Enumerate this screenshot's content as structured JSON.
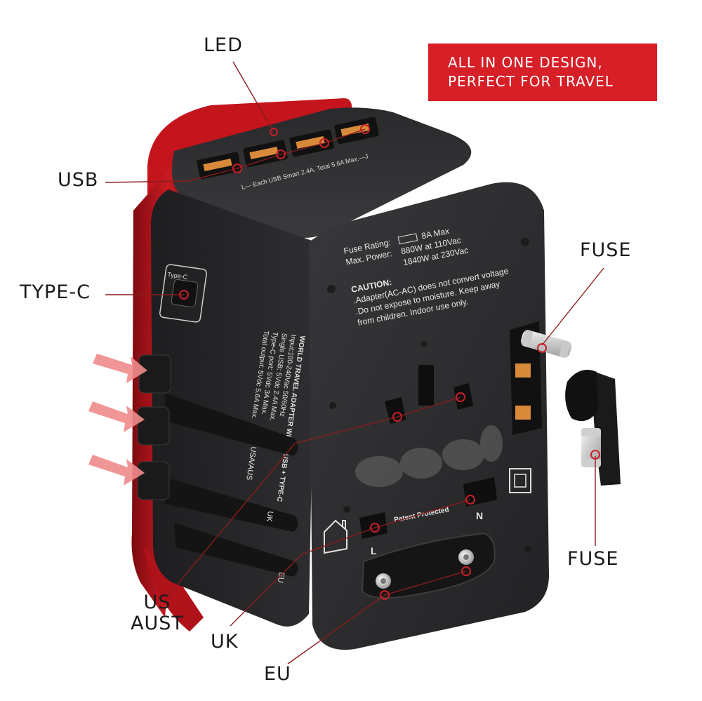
{
  "banner": {
    "line1": "ALL IN ONE DESIGN,",
    "line2": "PERFECT FOR TRAVEL"
  },
  "callouts": {
    "led": "LED",
    "usb": "USB",
    "type_c": "TYPE-C",
    "fuse_top": "FUSE",
    "fuse_bottom": "FUSE",
    "us_aust_line1": "US",
    "us_aust_line2": "AUST",
    "uk": "UK",
    "eu": "EU"
  },
  "product_print": {
    "usb_note": "L— Each USB Smart 2.4A, Total 5.6A Max.—J",
    "typec_port_label": "Type-C",
    "fuse_rating": "Fuse Rating:",
    "fuse_rating_value": "8A Max",
    "max_power_label": "Max. Power:",
    "max_power_110": "880W at 110Vac",
    "max_power_230": "1840W at 230Vac",
    "caution_title": "CAUTION:",
    "caution_1": ".Adapter(AC-AC) does not convert voltage",
    "caution_2": ".Do not expose to moisture. Keep away",
    "caution_3": "from children. Indoor use only.",
    "side_text_1": "WORLD TRAVEL ADAPTER WITH 4 USB + TYPE-C",
    "side_text_2": "Input:100-240Vac 50/60Hz",
    "side_text_3": "Single USB: 5Vdc 2.4A Max.",
    "side_text_4": "Type-C port: 5Vdc 3A Max.",
    "side_text_5": "Total output: 5Vdc 5.6A Max.",
    "slot_usa_aus": "USA/AUS",
    "slot_uk": "UK",
    "slot_eu": "EU",
    "patent": "Patent Protected",
    "pin_l": "L",
    "pin_n": "N"
  },
  "colors": {
    "accent_red": "#d71f27",
    "body_dark": "#2b2b2d",
    "body_red": "#b3141c",
    "pink_arrow": "#f08b8b",
    "leader_line": "#8a1c1c"
  }
}
